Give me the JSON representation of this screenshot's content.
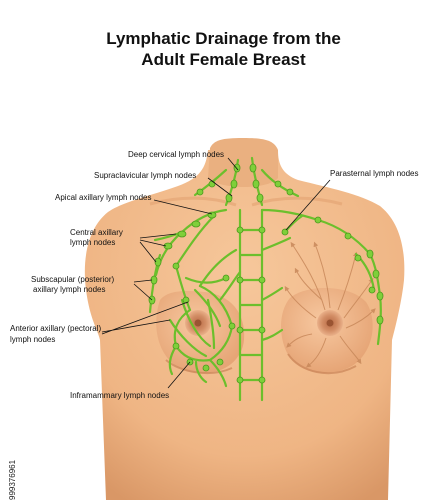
{
  "title": {
    "line1": "Lymphatic Drainage from the",
    "line2": "Adult Female Breast"
  },
  "labels": {
    "deep_cervical": "Deep cervical lymph nodes",
    "supraclavicular": "Supraclavicular lymph nodes",
    "apical_axillary": "Apical axillary lymph nodes",
    "central_axillary_1": "Central axillary",
    "central_axillary_2": "lymph nodes",
    "subscapular_1": "Subscapular (posterior)",
    "subscapular_2": "axillary lymph nodes",
    "anterior_axillary_1": "Anterior axillary (pectoral)",
    "anterior_axillary_2": "lymph nodes",
    "inframammary": "Inframammary lymph nodes",
    "parasternal": "Parasternal lymph nodes"
  },
  "stock_id": "999376961",
  "colors": {
    "skin": "#f0b98a",
    "skin_shadow": "#d8956a",
    "lymph": "#7fcf3a",
    "lymph_dark": "#4a9a1c",
    "areola": "#c57a55",
    "arrow": "#c8885a"
  }
}
